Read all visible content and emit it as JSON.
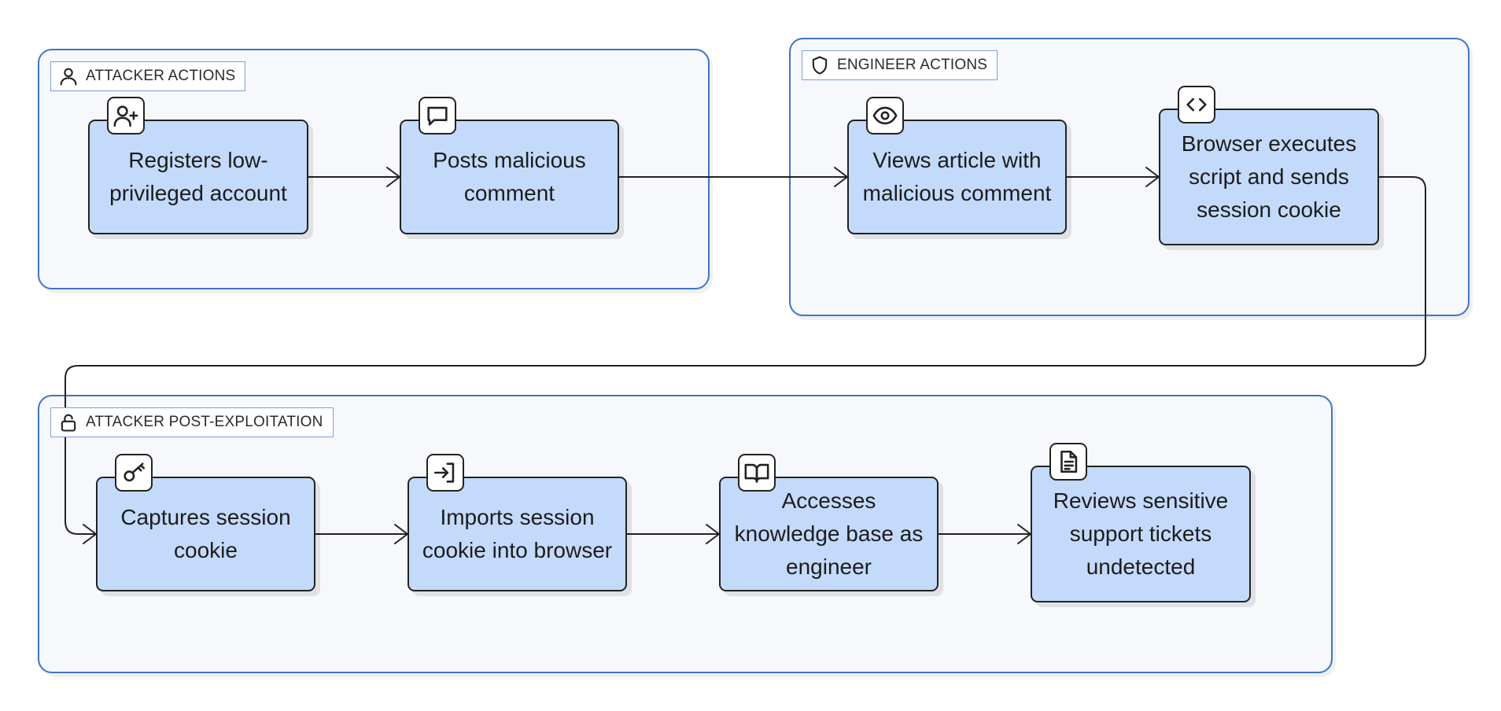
{
  "groups": {
    "attacker": {
      "label": "ATTACKER ACTIONS",
      "icon": "user-icon"
    },
    "engineer": {
      "label": "ENGINEER ACTIONS",
      "icon": "shield-icon"
    },
    "post": {
      "label": "ATTACKER POST-EXPLOITATION",
      "icon": "lock-icon"
    }
  },
  "steps": {
    "register": {
      "label": "Registers low-privileged account",
      "icon": "user-plus-icon"
    },
    "post_comment": {
      "label": "Posts malicious comment",
      "icon": "message-square-icon"
    },
    "view_article": {
      "label": "Views article with malicious comment",
      "icon": "eye-icon"
    },
    "browser_exec": {
      "label": "Browser executes script and sends session cookie",
      "icon": "code-icon"
    },
    "capture": {
      "label": "Captures session cookie",
      "icon": "key-icon"
    },
    "import": {
      "label": "Imports session cookie into browser",
      "icon": "log-in-icon"
    },
    "access": {
      "label": "Accesses knowledge base as engineer",
      "icon": "book-open-icon"
    },
    "review": {
      "label": "Reviews sensitive support tickets undetected",
      "icon": "file-text-icon"
    }
  }
}
